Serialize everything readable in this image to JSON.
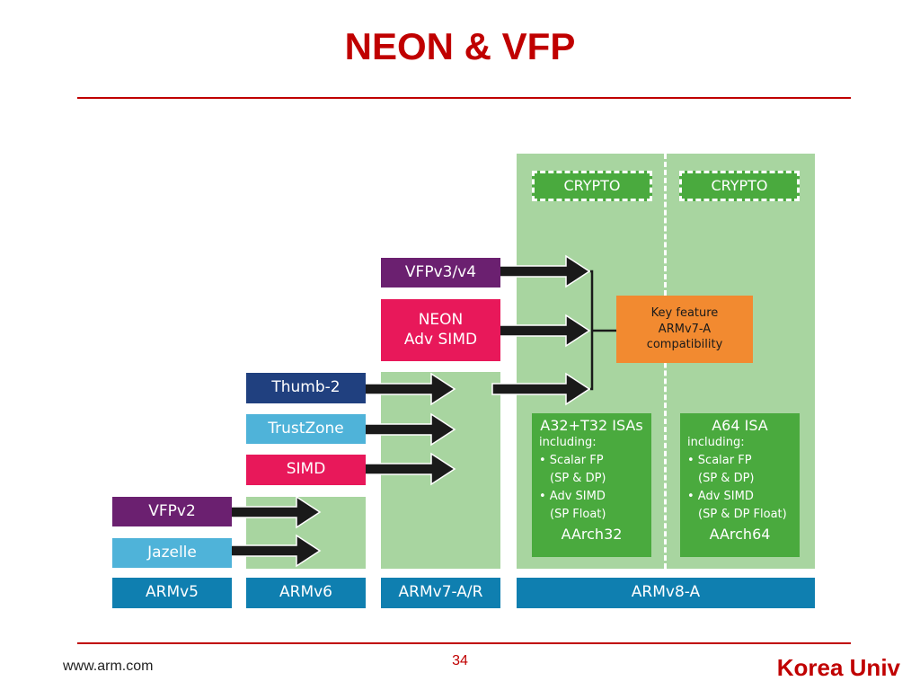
{
  "slide": {
    "title": "NEON & VFP",
    "footer_url": "www.arm.com",
    "page_number": "34",
    "brand": "Korea Univ"
  },
  "diagram": {
    "architectures": [
      "ARMv5",
      "ARMv6",
      "ARMv7-A/R",
      "ARMv8-A"
    ],
    "features": {
      "vfpv2": "VFPv2",
      "jazelle": "Jazelle",
      "thumb2": "Thumb-2",
      "trustzone": "TrustZone",
      "simd": "SIMD",
      "vfpv3": "VFPv3/v4",
      "neon_line1": "NEON",
      "neon_line2": "Adv SIMD"
    },
    "crypto_left": "CRYPTO",
    "crypto_right": "CRYPTO",
    "key_feature": [
      "Key feature",
      "ARMv7-A",
      "compatibility"
    ],
    "aarch32": {
      "heading": "A32+T32 ISAs",
      "lines": [
        "including:",
        "• Scalar FP",
        "(SP & DP)",
        "• Adv SIMD",
        "(SP Float)"
      ],
      "footer": "AArch32"
    },
    "aarch64": {
      "heading": "A64 ISA",
      "lines": [
        "including:",
        "• Scalar FP",
        "(SP & DP)",
        "• Adv SIMD",
        "(SP & DP Float)"
      ],
      "footer": "AArch64"
    },
    "colors": {
      "title_red": "#c00000",
      "purple": "#6b2070",
      "pink": "#e8185a",
      "navy": "#20407f",
      "light_blue": "#4fb3d9",
      "arch_blue": "#0f7fb0",
      "green_area": "#a8d5a0",
      "green_box": "#4aaa3e",
      "orange": "#f28a30"
    }
  }
}
